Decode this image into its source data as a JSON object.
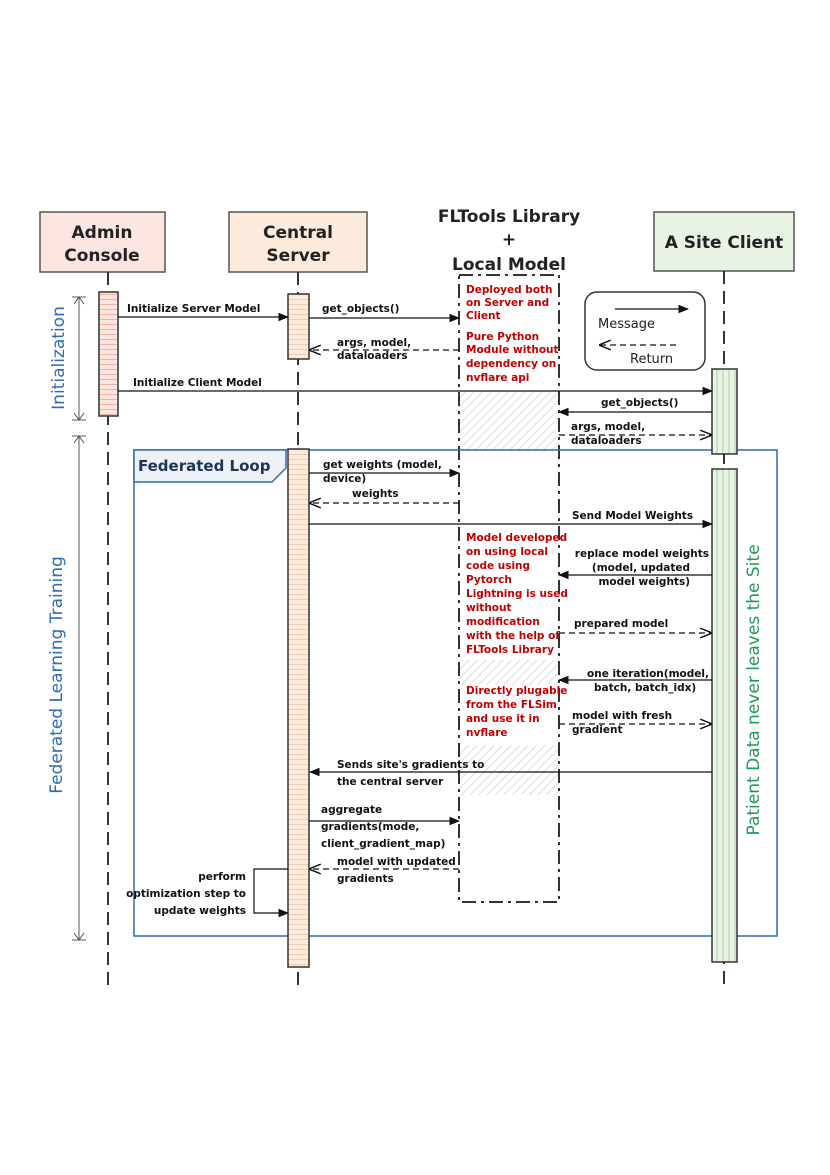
{
  "participants": {
    "admin": [
      "Admin",
      "Console"
    ],
    "server": [
      "Central",
      "Server"
    ],
    "library": [
      "FLTools Library",
      "+",
      "Local Model"
    ],
    "client": "A Site Client"
  },
  "phases": {
    "initialization": "Initialization",
    "training": "Federated Learning Training"
  },
  "loop_label": "Federated Loop",
  "side_note": "Patient Data never leaves the Site",
  "legend": {
    "message": "Message",
    "return": "Return"
  },
  "notes": {
    "deployed": [
      "Deployed both",
      "on Server and",
      "Client"
    ],
    "pure_python": [
      "Pure Python",
      "Module without",
      "dependency on",
      "nvflare api"
    ],
    "model_dev": [
      "Model developed",
      "on using local",
      "code using",
      "Pytorch",
      "Lightning is used",
      "without",
      "modification",
      "with the help of",
      "FLTools Library"
    ],
    "plugable": [
      "Directly plugable",
      "from the FLSim",
      "and use it in",
      "nvflare"
    ]
  },
  "messages": {
    "init_server": "Initialize Server Model",
    "get_objects_server": "get_objects()",
    "ret_server": [
      "args, model,",
      "dataloaders"
    ],
    "init_client": "Initialize Client Model",
    "get_objects_client": "get_objects()",
    "ret_client": [
      "args, model,",
      "dataloaders"
    ],
    "get_weights": [
      "get weights (model,",
      "device)"
    ],
    "weights": "weights",
    "send_weights": "Send Model Weights",
    "replace": [
      "replace model weights",
      "(model, updated",
      "model weights)"
    ],
    "prepared": "prepared model",
    "one_iter": [
      "one iteration(model,",
      "batch, batch_idx)"
    ],
    "fresh": [
      "model with fresh",
      "gradient"
    ],
    "sends": [
      "Sends site's gradients to",
      "the central server"
    ],
    "aggregate": [
      "aggregate",
      "gradients(mode,",
      "client_gradient_map)"
    ],
    "updated": [
      "model with updated",
      "gradients"
    ],
    "optimize": [
      "perform",
      "optimization step to",
      "update weights"
    ]
  },
  "colors": {
    "admin_fill": "#fbe5e0",
    "server_fill": "#fcebdc",
    "client_fill": "#e9f3e4",
    "loop_border": "#2e6db4",
    "note_red": "#c00000",
    "phase_blue": "#2e6db4",
    "patient_green": "#1e9a5a"
  }
}
